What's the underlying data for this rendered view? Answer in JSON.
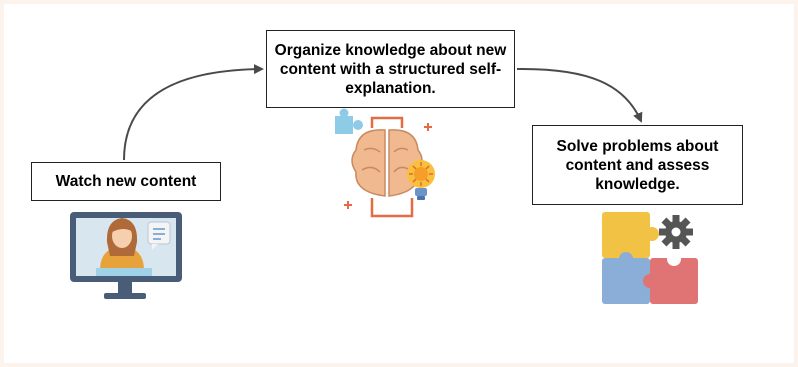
{
  "steps": {
    "watch": {
      "label": "Watch new content"
    },
    "organize": {
      "label": "Organize knowledge about new content with a structured self-explanation."
    },
    "solve": {
      "label": "Solve problems about content and assess knowledge."
    }
  },
  "icons": {
    "watch": "video-lecture-monitor-icon",
    "organize": "brain-lightbulb-puzzle-icon",
    "solve": "puzzle-pieces-gear-icon"
  },
  "colors": {
    "arrow": "#4a4a4a",
    "box_border": "#222222",
    "monitor_frame": "#4a5d78",
    "monitor_screen": "#d8e6f0",
    "brain": "#f0b990",
    "bulb": "#f8c13c",
    "puzzle_yellow": "#f2c244",
    "puzzle_blue": "#8aaed8",
    "puzzle_red": "#e07474",
    "gear": "#555555"
  }
}
